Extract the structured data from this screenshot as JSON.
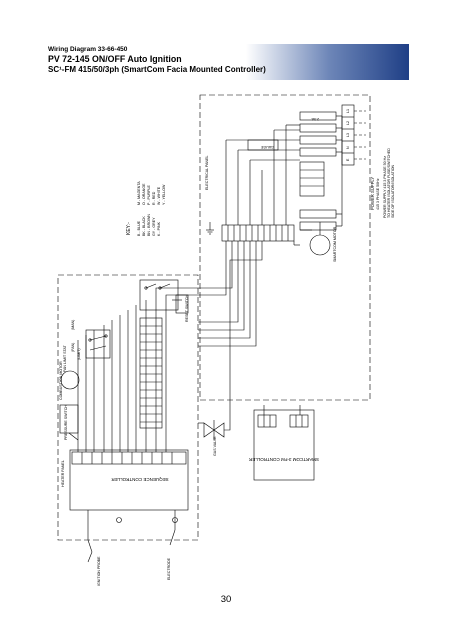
{
  "header": {
    "code": "Wiring Diagram 33-66-450",
    "title": "PV 72-145 ON/OFF Auto Ignition",
    "subtitle": "SC¹-FM 415/50/3ph (SmartCom Facia Mounted Controller)"
  },
  "panels": {
    "heater_panel": "HEATER PANEL",
    "electrical_panel": "ELECTRICAL PANEL"
  },
  "components": {
    "sequence_controller": "SEQUENCE CONTROLLER",
    "smartcom_controller": "SMARTCOM 3-FM CONTROLLER",
    "ignition_probe": "IGNITION PROBE",
    "electrode": "ELECTRODE",
    "pressure_switch": "PRESSURE SWITCH",
    "combustion_motor": "COMBUSTION MOTOR",
    "fan_limit_stat": "FAN LIMIT STAT",
    "fan_limit_stat_fan": "(FAN)",
    "fan_limit_stat_limit": "(LIMIT)",
    "fan_limit_stat_man": "(MAN)",
    "reset_switch": "RESET SWITCH",
    "gas_valve": "GAS VALVE",
    "smartcom_motor": "SMARTCOM MOTOR",
    "gauge": "GAUGE"
  },
  "key": {
    "title": "KEY:-",
    "left": [
      "B - BLUE",
      "BK - BLACK",
      "BN - BROWN",
      "GY - GREY",
      "K - PINK"
    ],
    "right": [
      "M - MAGENTA",
      "O - ORANGE",
      "P - PURPLE",
      "R - RED",
      "W - WHITE",
      "Y - YELLOW"
    ]
  },
  "power_supply": {
    "title": "POWER SUPPLY",
    "line1": "415 3 PHASE 50Hz",
    "note1": "POWER SUPPLY 415 3 PHASE 50 Hz",
    "note2": "TO HEATER ISOLATOR FUSE/SWITCHED",
    "note3": "SIDE OF ISOLATOR/ISOLATION"
  },
  "terminals": {
    "labels": [
      "L1",
      "L2",
      "L3",
      "N",
      "E"
    ],
    "supply_fuse": "2.5A"
  },
  "page": {
    "number": "30"
  }
}
